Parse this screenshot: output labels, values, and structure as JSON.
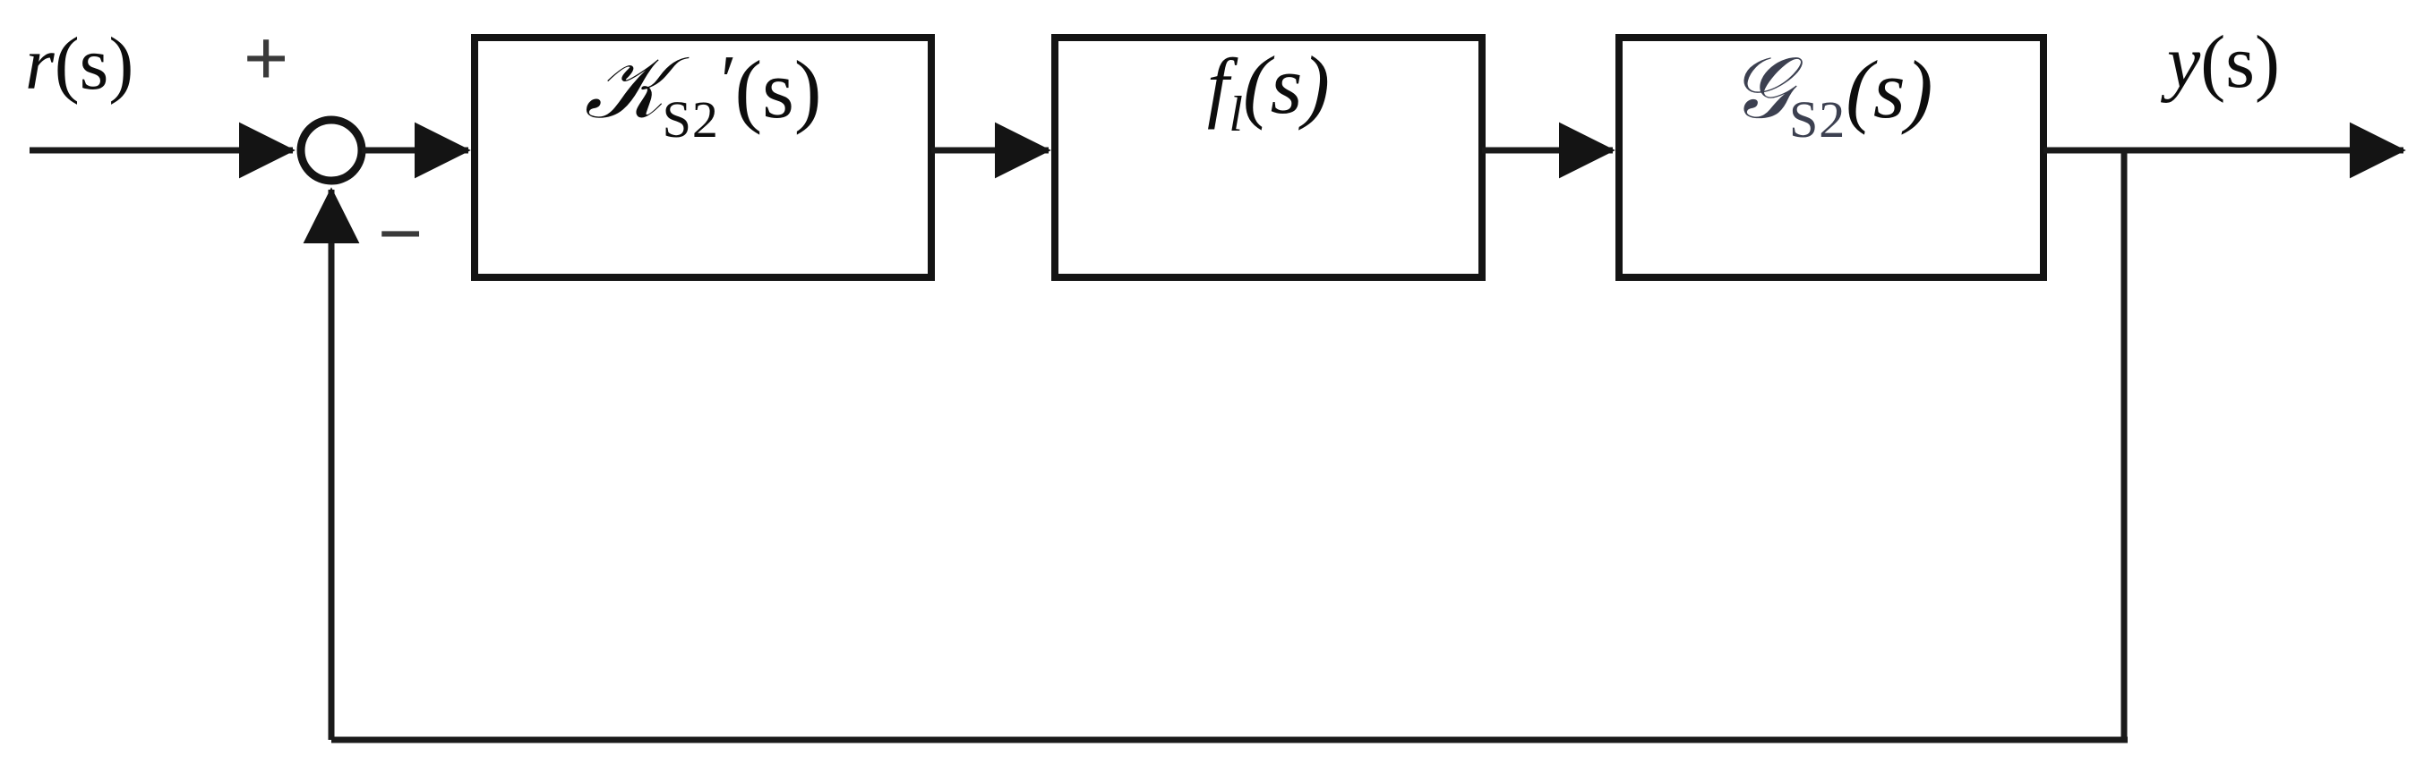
{
  "diagram": {
    "type": "control-system-block-diagram",
    "title": "Closed-loop feedback control block diagram",
    "background_color": "#ffffff",
    "line_color": "#1a1a1a",
    "accent_color": "#3c4050",
    "signals": {
      "input": {
        "variable": "r",
        "argument": "(s)",
        "full": "r(s)"
      },
      "output": {
        "variable": "y",
        "argument": "(s)",
        "full": "y(s)"
      }
    },
    "summing_junction": {
      "name": "summing-junction",
      "positive_sign": "+",
      "negative_sign": "−",
      "shape": "circle"
    },
    "blocks": [
      {
        "id": "controller",
        "symbol": "𝒦",
        "plain_symbol": "K",
        "subscript": "S2",
        "prime": "′",
        "argument": "(s)",
        "full": "𝒦S2′(s)",
        "style": "calligraphic"
      },
      {
        "id": "actuator",
        "symbol": "f",
        "plain_symbol": "f",
        "subscript": "l",
        "prime": "",
        "argument": "(s)",
        "full": "f_l(s)",
        "style": "italic"
      },
      {
        "id": "plant",
        "symbol": "𝒢",
        "plain_symbol": "G",
        "subscript": "S2",
        "prime": "",
        "argument": "(s)",
        "full": "𝒢S2(s)",
        "style": "calligraphic"
      }
    ],
    "feedback": {
      "name": "feedback-path",
      "description": "unity negative feedback from plant output to summing junction"
    }
  }
}
